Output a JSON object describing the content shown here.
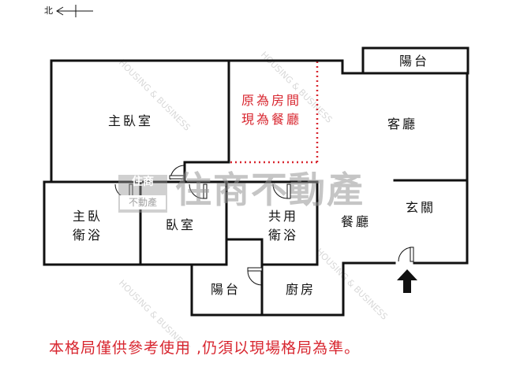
{
  "compass": {
    "label": "北",
    "direction_icon": "north-arrow-left"
  },
  "rooms": {
    "master_bedroom": "主臥室",
    "former_room_note_line1": "原為房間",
    "former_room_note_line2": "現為餐廳",
    "living_room": "客廳",
    "front_balcony": "陽台",
    "master_bath_line1": "主臥",
    "master_bath_line2": "衛浴",
    "bedroom": "臥室",
    "shared_bath_line1": "共用",
    "shared_bath_line2": "衛浴",
    "dining_room": "餐廳",
    "entrance": "玄關",
    "back_balcony": "陽台",
    "kitchen": "廚房"
  },
  "watermark": {
    "brand": "住商不動產",
    "logo_top": "住商",
    "logo_bottom": "不動產",
    "english": "HOUSING & BUSINESS"
  },
  "entrance_arrow_icon": "up-arrow",
  "disclaimer": "本格局僅供參考使用 ,仍須以現場格局為準。",
  "colors": {
    "wall": "#111111",
    "note_red": "#d8262f",
    "watermark_gray": "#969696"
  }
}
